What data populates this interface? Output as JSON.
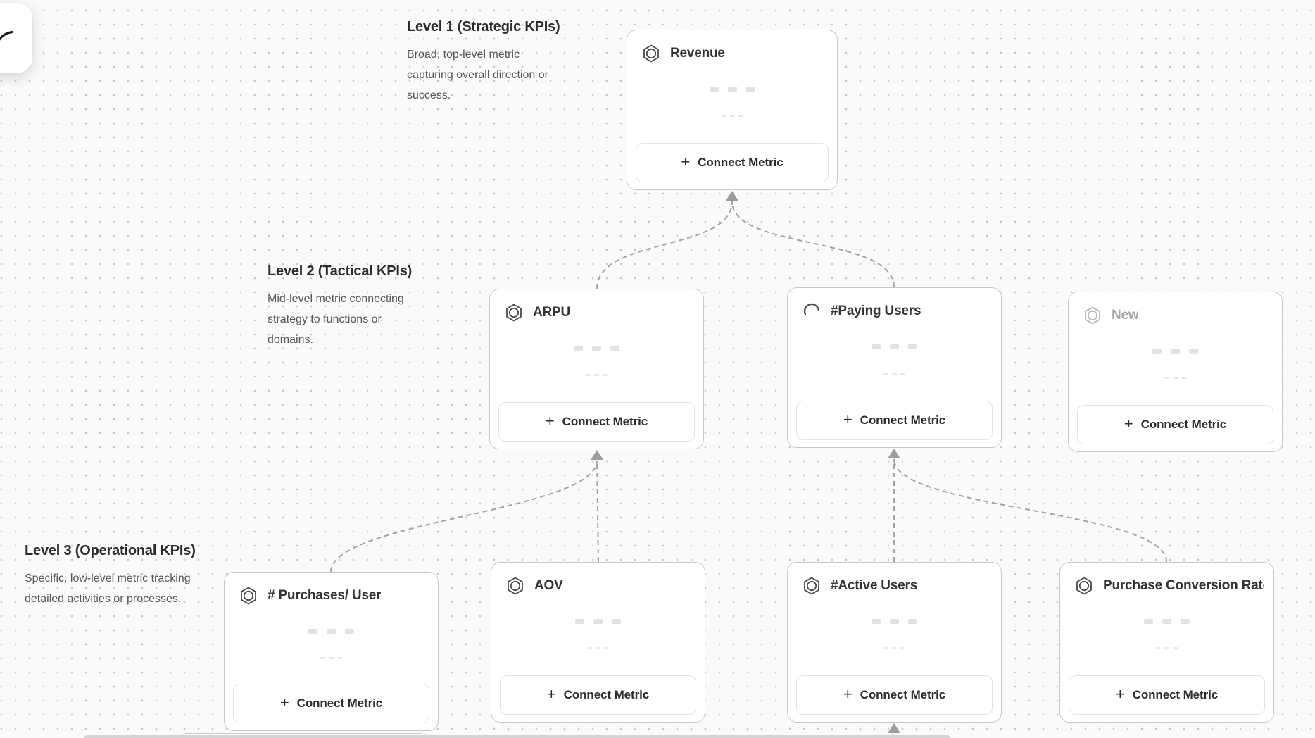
{
  "levels": [
    {
      "title": "Level 1 (Strategic KPIs)",
      "description": "Broad, top-level metric capturing overall direction or success."
    },
    {
      "title": "Level 2 (Tactical KPIs)",
      "description": "Mid-level metric connecting strategy to functions or domains."
    },
    {
      "title": "Level 3 (Operational KPIs)",
      "description": "Specific, low-level metric tracking detailed activities or processes."
    }
  ],
  "nodes": [
    {
      "title": "Revenue",
      "icon": "hexagon-metric-icon",
      "state": "normal",
      "level": 1
    },
    {
      "title": "ARPU",
      "icon": "hexagon-metric-icon",
      "state": "normal",
      "level": 2
    },
    {
      "title": "#Paying Users",
      "icon": "spinner-icon",
      "state": "loading",
      "level": 2
    },
    {
      "title": "New",
      "icon": "hexagon-metric-icon",
      "state": "draft",
      "level": 2
    },
    {
      "title": "# Purchases/ User",
      "icon": "hexagon-metric-icon",
      "state": "normal",
      "level": 3
    },
    {
      "title": "AOV",
      "icon": "hexagon-metric-icon",
      "state": "normal",
      "level": 3
    },
    {
      "title": "#Active Users",
      "icon": "hexagon-metric-icon",
      "state": "normal",
      "level": 3
    },
    {
      "title": "Purchase Conversion Rate",
      "icon": "hexagon-metric-icon",
      "state": "normal",
      "level": 3
    }
  ],
  "edges": [
    {
      "from": "ARPU",
      "to": "Revenue"
    },
    {
      "from": "#Paying Users",
      "to": "Revenue"
    },
    {
      "from": "# Purchases/ User",
      "to": "ARPU"
    },
    {
      "from": "AOV",
      "to": "ARPU"
    },
    {
      "from": "#Active Users",
      "to": "#Paying Users"
    },
    {
      "from": "Purchase Conversion Rate",
      "to": "#Paying Users"
    },
    {
      "from": "(offscreen node)",
      "to": "#Active Users"
    }
  ],
  "shared": {
    "connect_metric_label": "Connect Metric",
    "plus_glyph": "+"
  },
  "colors": {
    "canvas_bg": "#fafafa",
    "grid_dot": "#c9c9c9",
    "card_border": "#c9c9c9",
    "connector": "#a3a3a3",
    "arrowhead": "#9c9c9c",
    "title_text": "#333333",
    "muted_text": "#565656",
    "draft_text": "#a6a6a6",
    "skeleton": "#e2e2e2"
  }
}
